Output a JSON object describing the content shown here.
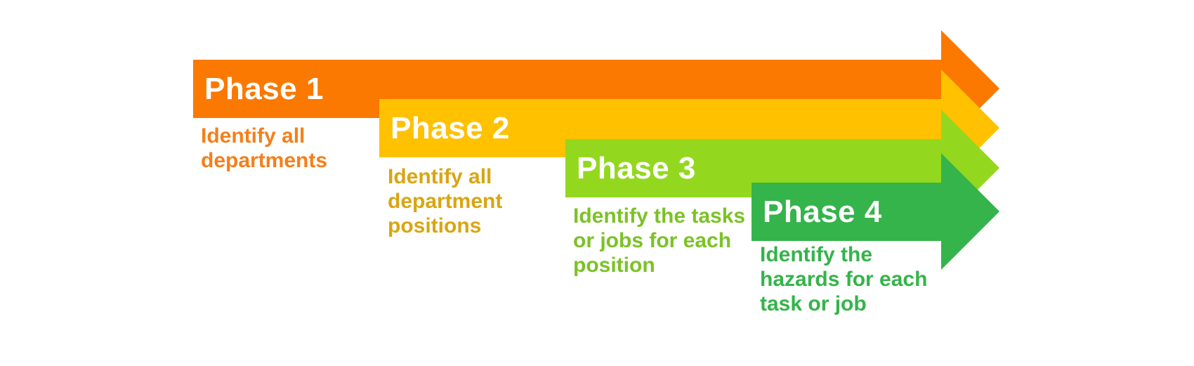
{
  "figure": {
    "type": "process-arrow-diagram",
    "background_color": "#ffffff",
    "phases": [
      {
        "label": "Phase 1",
        "caption": "Identify all\ndepartments",
        "bar_color": "#FB7900",
        "caption_color": "#F57F1A",
        "label_color": "#FFFFFF"
      },
      {
        "label": "Phase 2",
        "caption": "Identify all\ndepartment\npositions",
        "bar_color": "#FFC100",
        "caption_color": "#D9A511",
        "label_color": "#FFFFFF"
      },
      {
        "label": "Phase 3",
        "caption": "Identify the tasks\nor jobs for each\nposition",
        "bar_color": "#93D81E",
        "caption_color": "#7BC226",
        "label_color": "#FFFFFF"
      },
      {
        "label": "Phase 4",
        "caption": "Identify the\nhazards for each\ntask or job",
        "bar_color": "#34B44A",
        "caption_color": "#34B44A",
        "label_color": "#FFFFFF"
      }
    ]
  }
}
